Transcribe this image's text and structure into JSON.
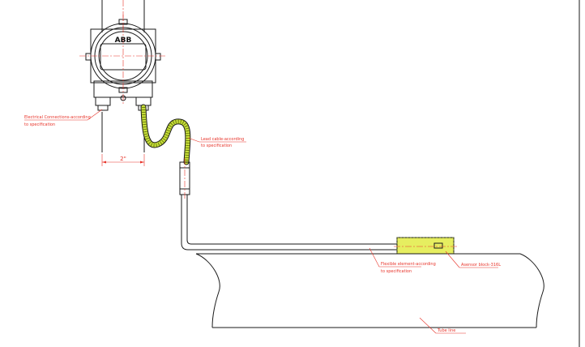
{
  "colors": {
    "outline": "#1a1a1a",
    "annotation": "#e8342a",
    "cable_fill": "#c8e03a",
    "sensor_block_fill": "#e6ee60"
  },
  "transmitter": {
    "logo": "ABB"
  },
  "dimension": {
    "pipe_width": "2\""
  },
  "callouts": {
    "electrical": {
      "line1": "Electrical Connections-according",
      "line2": "to specification"
    },
    "lead_cable": {
      "line1": "Lead cable-according",
      "line2": "to specification"
    },
    "flexible_element": {
      "line1": "Flexible element-according",
      "line2": "to specification"
    },
    "sensor_block": {
      "line1": "Asensor block-316L"
    },
    "tube_line": {
      "line1": "Tube line"
    }
  }
}
